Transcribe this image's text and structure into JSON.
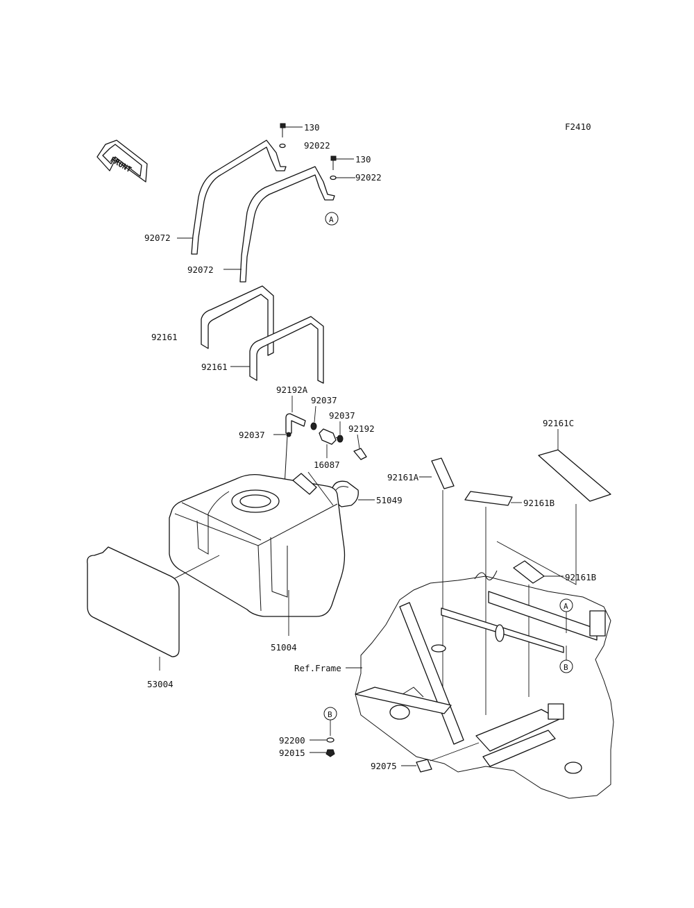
{
  "figure_code": "F2410",
  "front_arrow": {
    "label": "FRONT"
  },
  "callouts": {
    "A_top": "A",
    "A_frame": "A",
    "B_frame": "B",
    "B_lower": "B"
  },
  "labels": {
    "bolt_130_a": "130",
    "washer_92022_a": "92022",
    "bolt_130_b": "130",
    "washer_92022_b": "92022",
    "strap_92072_a": "92072",
    "strap_92072_b": "92072",
    "pad_92161_a": "92161",
    "pad_92161_b": "92161",
    "hose_92192A": "92192A",
    "clamp_92037_a": "92037",
    "clamp_92037_b": "92037",
    "clamp_92037_c": "92037",
    "fitting_92192": "92192",
    "valve_16087": "16087",
    "pad_92161C": "92161C",
    "pad_92161A": "92161A",
    "cap_51049": "51049",
    "pad_92161B_a": "92161B",
    "pad_92161B_b": "92161B",
    "tank_51004": "51004",
    "guard_53004": "53004",
    "ref_frame": "Ref.Frame",
    "collar_92200": "92200",
    "nut_92015": "92015",
    "pad_92075": "92075"
  },
  "colors": {
    "line": "#111111",
    "background": "#ffffff"
  }
}
